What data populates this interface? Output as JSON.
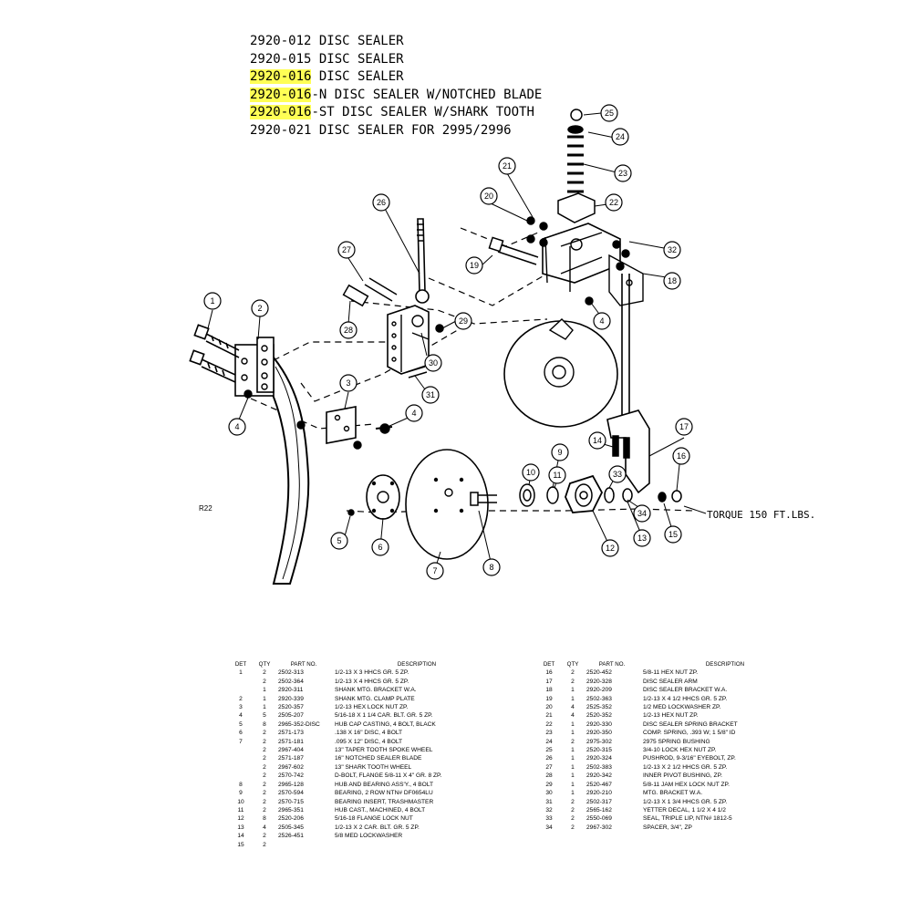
{
  "header": {
    "lines": [
      {
        "code": "",
        "rest": "2920-012 DISC SEALER"
      },
      {
        "code": "",
        "rest": "2920-015 DISC SEALER"
      },
      {
        "code": "2920-016",
        "rest": " DISC SEALER"
      },
      {
        "code": "2920-016",
        "rest": "-N DISC SEALER W/NOTCHED BLADE"
      },
      {
        "code": "2920-016",
        "rest": "-ST DISC SEALER W/SHARK TOOTH"
      },
      {
        "code": "",
        "rest": "2920-021 DISC SEALER FOR 2995/2996"
      }
    ],
    "highlight_color": "#ffff55"
  },
  "diagram": {
    "ref_label": "R22",
    "torque_note": "TORQUE 150 FT.LBS.",
    "callouts": [
      "1",
      "2",
      "3",
      "4",
      "4",
      "4",
      "5",
      "6",
      "7",
      "8",
      "9",
      "10",
      "11",
      "12",
      "13",
      "14",
      "15",
      "16",
      "17",
      "18",
      "19",
      "20",
      "21",
      "22",
      "23",
      "24",
      "25",
      "26",
      "27",
      "28",
      "29",
      "30",
      "31",
      "32",
      "33",
      "34"
    ]
  },
  "parts_table": {
    "headers": {
      "det": "DET",
      "qty": "QTY",
      "part": "PART NO.",
      "desc": "DESCRIPTION"
    },
    "left": [
      {
        "det": "1",
        "qty": "2",
        "part": "2502-313",
        "desc": "1/2-13 X 3 HHCS GR. 5 ZP."
      },
      {
        "det": "",
        "qty": "2",
        "part": "2502-364",
        "desc": "1/2-13 X 4 HHCS GR. 5 ZP."
      },
      {
        "det": "",
        "qty": "1",
        "part": "2920-311",
        "desc": "SHANK MTG. BRACKET W.A."
      },
      {
        "det": "2",
        "qty": "1",
        "part": "2920-339",
        "desc": "SHANK MTG. CLAMP PLATE"
      },
      {
        "det": "3",
        "qty": "1",
        "part": "2520-357",
        "desc": "1/2-13 HEX LOCK NUT ZP."
      },
      {
        "det": "4",
        "qty": "5",
        "part": "2505-207",
        "desc": "5/16-18 X 1 1/4 CAR. BLT. GR. 5 ZP."
      },
      {
        "det": "5",
        "qty": "8",
        "part": "2965-352-DISC",
        "desc": "HUB CAP CASTING, 4 BOLT, BLACK"
      },
      {
        "det": "6",
        "qty": "2",
        "part": "2571-173",
        "desc": ".138 X 16\" DISC, 4 BOLT"
      },
      {
        "det": "7",
        "qty": "2",
        "part": "2571-181",
        "desc": ".095 X 12\" DISC, 4 BOLT"
      },
      {
        "det": "",
        "qty": "2",
        "part": "2967-404",
        "desc": "13\" TAPER TOOTH SPOKE WHEEL"
      },
      {
        "det": "",
        "qty": "2",
        "part": "2571-187",
        "desc": "16\" NOTCHED SEALER BLADE"
      },
      {
        "det": "",
        "qty": "2",
        "part": "2967-602",
        "desc": "13\" SHARK TOOTH WHEEL"
      },
      {
        "det": "",
        "qty": "2",
        "part": "2570-742",
        "desc": "D-BOLT, FLANGE 5/8-11 X 4\" GR. 8 ZP."
      },
      {
        "det": "8",
        "qty": "2",
        "part": "2965-128",
        "desc": "HUB AND BEARING ASS'Y., 4 BOLT"
      },
      {
        "det": "9",
        "qty": "2",
        "part": "2570-594",
        "desc": "BEARING, 2 ROW NTN# DF0654LU"
      },
      {
        "det": "10",
        "qty": "2",
        "part": "2570-715",
        "desc": "BEARING INSERT, TRASHMASTER"
      },
      {
        "det": "11",
        "qty": "2",
        "part": "2965-351",
        "desc": "HUB CAST., MACHINED, 4 BOLT"
      },
      {
        "det": "12",
        "qty": "8",
        "part": "2520-206",
        "desc": "5/16-18 FLANGE LOCK NUT"
      },
      {
        "det": "13",
        "qty": "4",
        "part": "2505-345",
        "desc": "1/2-13 X 2 CAR. BLT. GR. 5 ZP."
      },
      {
        "det": "14",
        "qty": "2",
        "part": "2526-451",
        "desc": "5/8 MED LOCKWASHER"
      },
      {
        "det": "15",
        "qty": "2",
        "part": "",
        "desc": ""
      }
    ],
    "right": [
      {
        "det": "16",
        "qty": "2",
        "part": "2520-452",
        "desc": "5/8-11 HEX NUT ZP."
      },
      {
        "det": "17",
        "qty": "2",
        "part": "2920-328",
        "desc": "DISC SEALER ARM"
      },
      {
        "det": "18",
        "qty": "1",
        "part": "2920-209",
        "desc": "DISC SEALER BRACKET W.A."
      },
      {
        "det": "19",
        "qty": "1",
        "part": "2502-363",
        "desc": "1/2-13 X 4 1/2 HHCS GR. 5 ZP."
      },
      {
        "det": "20",
        "qty": "4",
        "part": "2525-352",
        "desc": "1/2 MED LOCKWASHER ZP."
      },
      {
        "det": "21",
        "qty": "4",
        "part": "2520-352",
        "desc": "1/2-13 HEX NUT ZP."
      },
      {
        "det": "22",
        "qty": "1",
        "part": "2920-330",
        "desc": "DISC SEALER SPRING BRACKET"
      },
      {
        "det": "23",
        "qty": "1",
        "part": "2920-350",
        "desc": "COMP. SPRING, .393 W; 1 5/8\" ID"
      },
      {
        "det": "24",
        "qty": "2",
        "part": "2975-302",
        "desc": "2975 SPRING BUSHING"
      },
      {
        "det": "25",
        "qty": "1",
        "part": "2520-315",
        "desc": "3/4-10 LOCK HEX NUT ZP."
      },
      {
        "det": "26",
        "qty": "1",
        "part": "2920-324",
        "desc": "PUSHROD, 9-3/16\" EYEBOLT, ZP."
      },
      {
        "det": "27",
        "qty": "1",
        "part": "2502-383",
        "desc": "1/2-13 X 2 1/2 HHCS GR. 5 ZP."
      },
      {
        "det": "28",
        "qty": "1",
        "part": "2920-342",
        "desc": "INNER PIVOT BUSHING, ZP."
      },
      {
        "det": "29",
        "qty": "1",
        "part": "2520-467",
        "desc": "5/8-11 JAM HEX LOCK NUT ZP."
      },
      {
        "det": "30",
        "qty": "1",
        "part": "2920-210",
        "desc": "MTG. BRACKET W.A."
      },
      {
        "det": "31",
        "qty": "2",
        "part": "2502-317",
        "desc": "1/2-13 X 1 3/4 HHCS GR. 5 ZP."
      },
      {
        "det": "32",
        "qty": "2",
        "part": "2565-162",
        "desc": "YETTER DECAL, 1 1/2 X 4 1/2"
      },
      {
        "det": "33",
        "qty": "2",
        "part": "2550-069",
        "desc": "SEAL, TRIPLE LIP, NTN# 1812-5"
      },
      {
        "det": "34",
        "qty": "2",
        "part": "2967-302",
        "desc": "SPACER, 3/4\", ZP"
      }
    ]
  }
}
